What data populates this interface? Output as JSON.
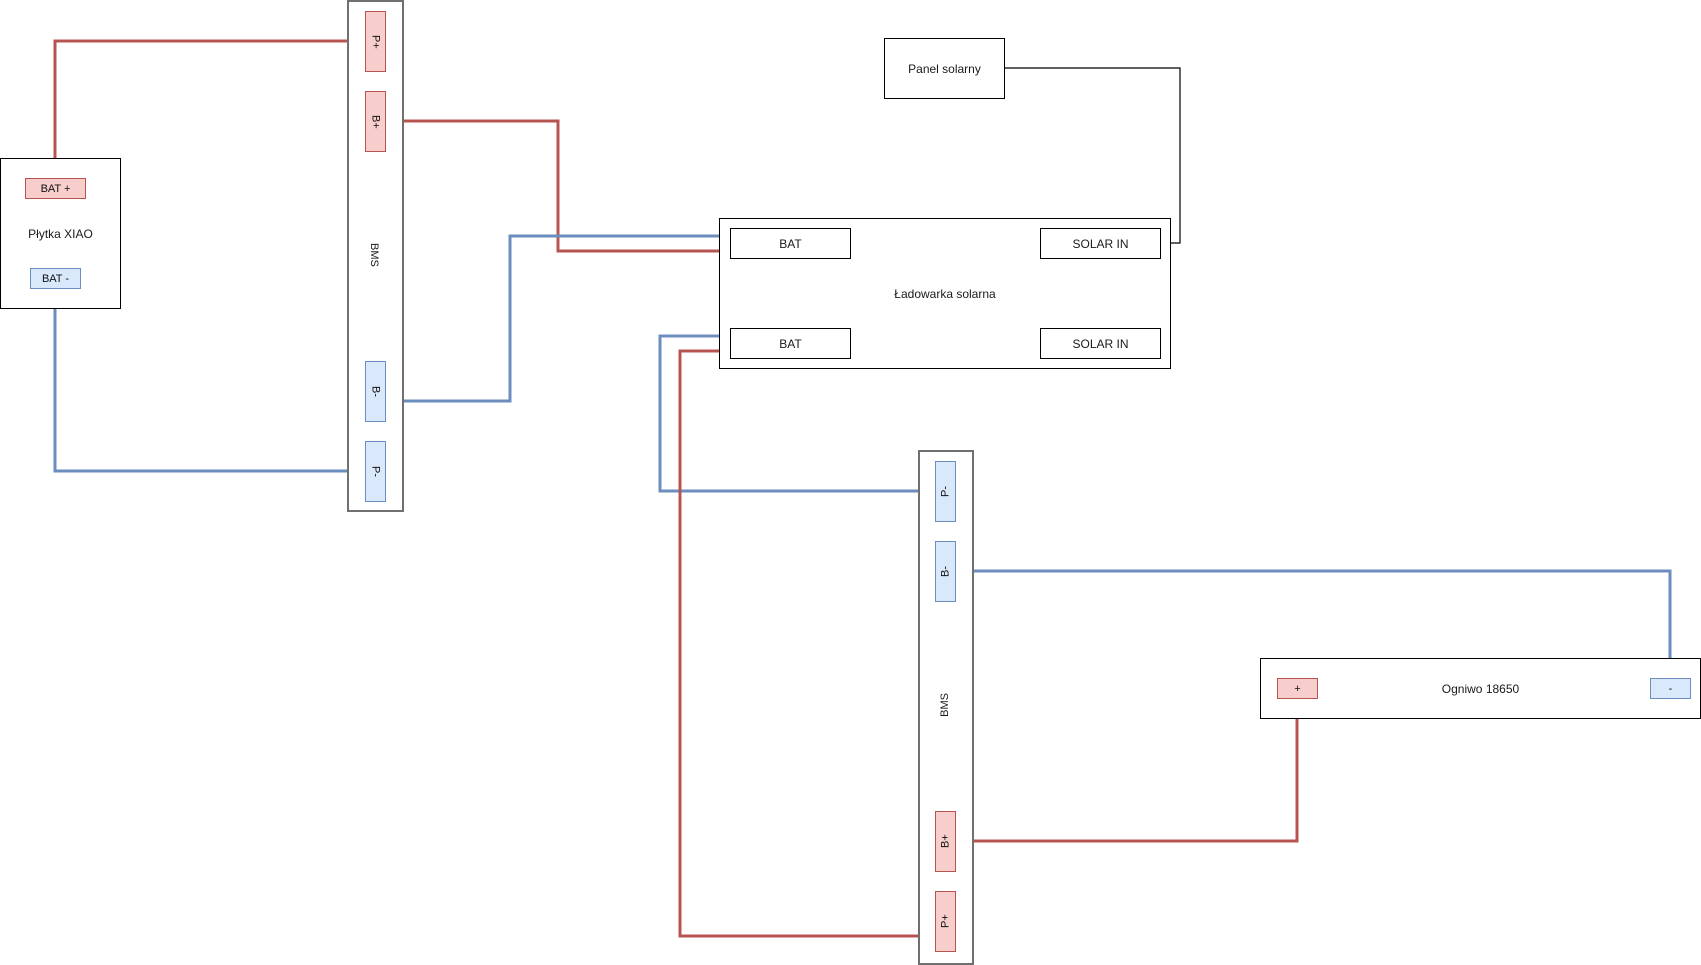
{
  "diagram": {
    "colors": {
      "positive_wire": "#b85450",
      "negative_wire": "#6c8ebf",
      "signal_wire": "#000000",
      "positive_fill": "#f8cecc",
      "negative_fill": "#dae8fc"
    },
    "xiao": {
      "label": "Płytka XIAO",
      "bat_plus": "BAT +",
      "bat_minus": "BAT -"
    },
    "bms_top": {
      "label": "BMS",
      "p_plus": "P+",
      "b_plus": "B+",
      "b_minus": "B-",
      "p_minus": "P-"
    },
    "solar_panel": {
      "label": "Panel solarny"
    },
    "charger": {
      "label": "Ładowarka solarna",
      "bat_top": "BAT",
      "solar_in_top": "SOLAR IN",
      "bat_bottom": "BAT",
      "solar_in_bottom": "SOLAR IN"
    },
    "bms_bottom": {
      "label": "BMS",
      "p_minus": "P-",
      "b_minus": "B-",
      "b_plus": "B+",
      "p_plus": "P+"
    },
    "cell": {
      "label": "Ogniwo 18650",
      "plus": "+",
      "minus": "-"
    }
  }
}
